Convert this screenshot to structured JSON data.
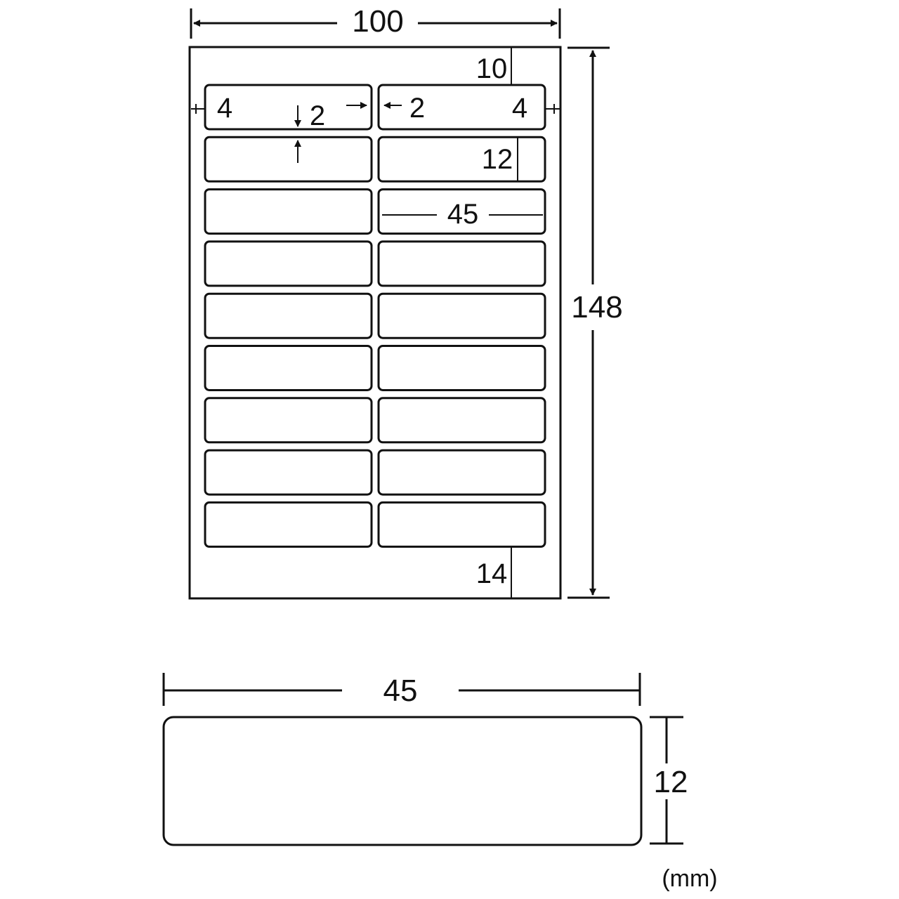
{
  "diagram": {
    "sheet": {
      "width_label": "100",
      "height_label": "148",
      "top_margin_label": "10",
      "bottom_margin_label": "14",
      "side_margin_left_label": "4",
      "side_margin_right_label": "4",
      "column_gap_left_label": "2",
      "column_gap_right_label": "2",
      "row_gap_label": "2",
      "label_height_label": "12",
      "label_width_label": "45",
      "rows": 9,
      "columns": 2
    },
    "single_label": {
      "width_label": "45",
      "height_label": "12"
    },
    "unit": "(mm)"
  }
}
